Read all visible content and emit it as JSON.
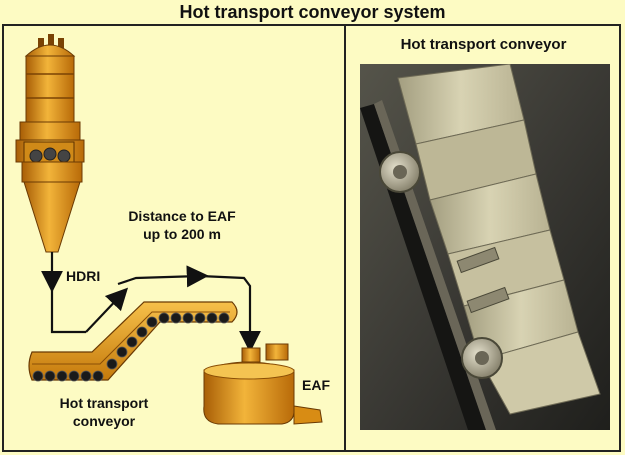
{
  "title": "Hot transport conveyor system",
  "photo": {
    "title": "Hot transport conveyor"
  },
  "diagram": {
    "distance_line1": "Distance to EAF",
    "distance_line2": "up to 200 m",
    "hdri_label": "HDRI",
    "conveyor_line1": "Hot transport",
    "conveyor_line2": "conveyor",
    "eaf_label": "EAF"
  },
  "colors": {
    "background": "#fdfbc3",
    "equipment_orange": "#e8a018",
    "photo_dark": "#2f2e29",
    "panel_beige": "#c9c4a4"
  }
}
